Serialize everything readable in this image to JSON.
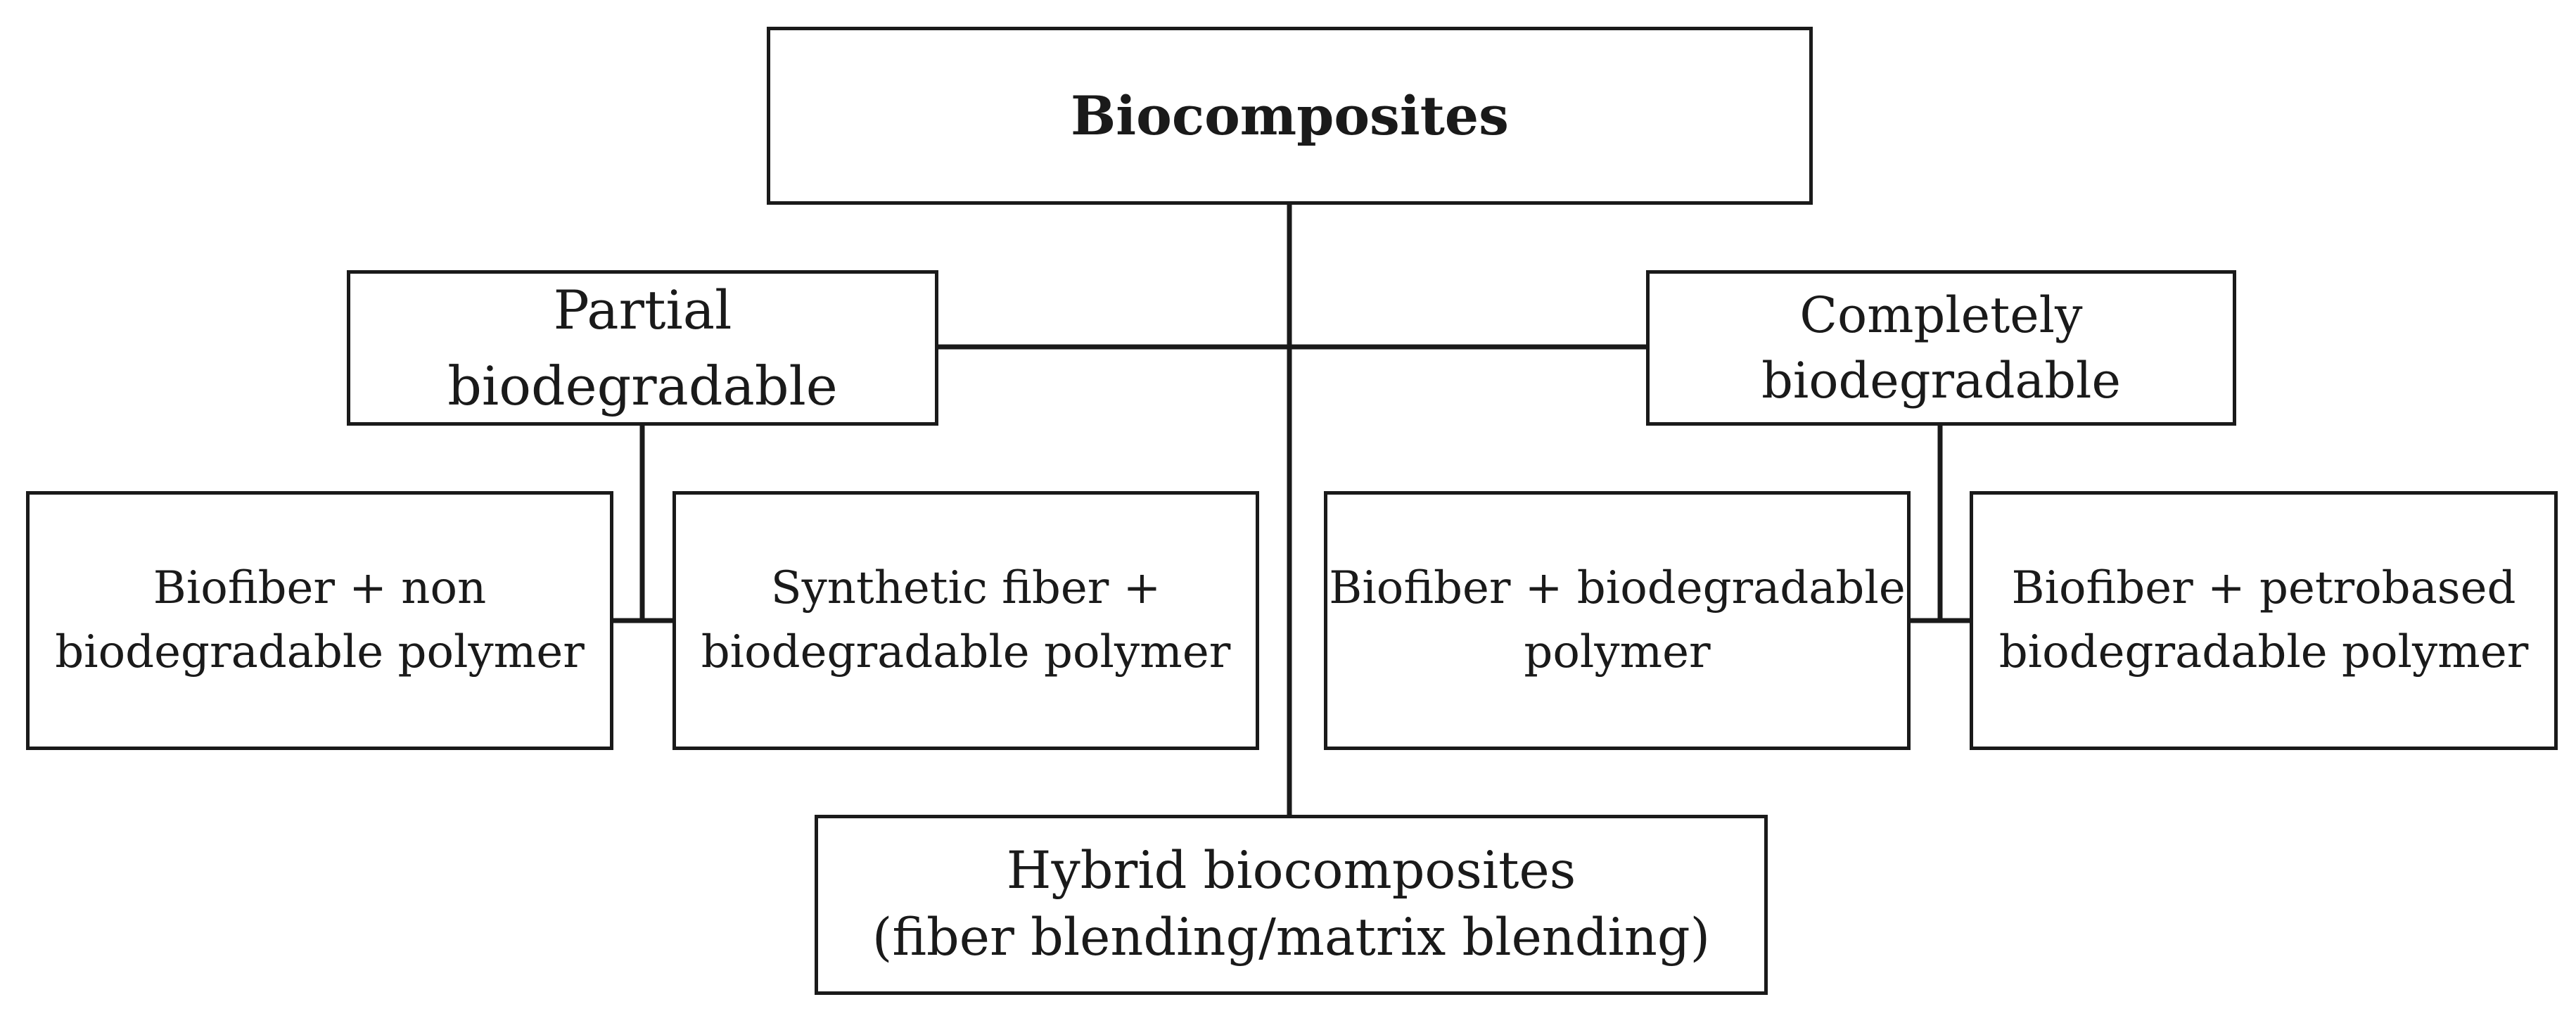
{
  "diagram": {
    "root": {
      "label": "Biocomposites"
    },
    "partial": {
      "label": "Partial biodegradable"
    },
    "complete": {
      "label": "Completely\nbiodegradable"
    },
    "leaves": [
      {
        "label": "Biofiber + non\nbiodegradable  polymer"
      },
      {
        "label": "Synthetic fiber +\nbiodegradable  polymer"
      },
      {
        "label": "Biofiber + biodegradable\npolymer"
      },
      {
        "label": "Biofiber + petrobased\nbiodegradable  polymer"
      }
    ],
    "hybrid": {
      "label": "Hybrid biocomposites\n(fiber blending/matrix blending)"
    }
  },
  "colors": {
    "stroke": "#1a1a1a",
    "background": "#ffffff"
  }
}
